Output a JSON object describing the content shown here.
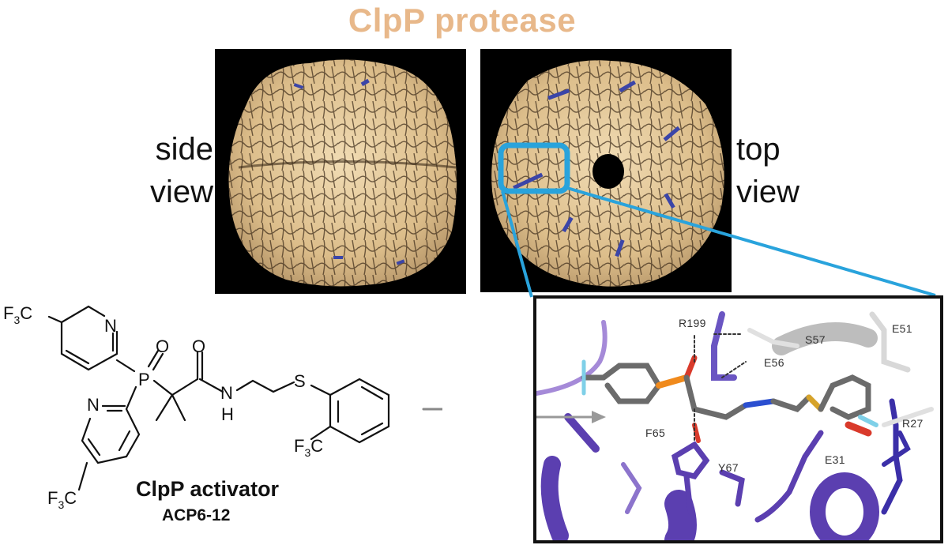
{
  "title": "ClpP protease",
  "views": {
    "side": {
      "label_line1": "side",
      "label_line2": "view"
    },
    "top": {
      "label_line1": "top",
      "label_line2": "view"
    }
  },
  "molecule": {
    "name": "ClpP activator",
    "id": "ACP6-12",
    "atoms": {
      "cf3": "F3C",
      "n": "N",
      "p": "P",
      "o": "O",
      "nh_n": "N",
      "nh_h": "H",
      "s": "S"
    }
  },
  "binding_site": {
    "residues": [
      "R199",
      "S57",
      "E51",
      "E56",
      "F65",
      "Y67",
      "E31",
      "R27"
    ]
  },
  "colors": {
    "title": "#e8b88a",
    "protein_surface": "#e6c99a",
    "callout": "#29a3dc",
    "ligand": "#6b6b6b",
    "protein_ribbon": "#5b3fb0",
    "phosphorus": "#f08a1c",
    "oxygen": "#d93a2b",
    "nitrogen": "#2b4fd0",
    "sulfur": "#d6a32a",
    "fluorine": "#7fd0e8"
  }
}
